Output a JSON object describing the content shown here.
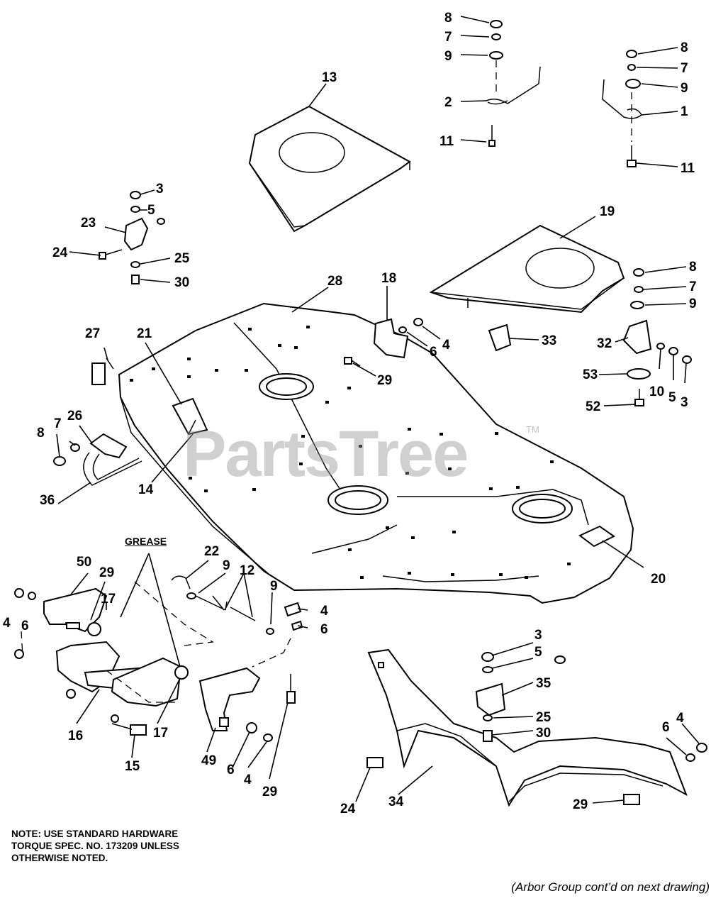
{
  "watermark": {
    "brand": "PartsTree",
    "trademark": "TM"
  },
  "grease_label": "GREASE",
  "note_lines": [
    "NOTE:  USE STANDARD HARDWARE",
    "TORQUE SPEC. NO. 173209 UNLESS",
    "OTHERWISE NOTED."
  ],
  "footer_note": "(Arbor Group cont’d on next drawing)",
  "callouts": {
    "top_center": [
      "8",
      "7",
      "9",
      "2",
      "11"
    ],
    "top_right": [
      "8",
      "7",
      "9",
      "1",
      "11"
    ],
    "shield_left": "13",
    "shield_right": "19",
    "bracket_left": [
      "3",
      "5",
      "23",
      "24",
      "25",
      "30"
    ],
    "deck_upper": [
      "28",
      "18",
      "4",
      "6",
      "33",
      "29",
      "27",
      "21"
    ],
    "right_bracket": [
      "8",
      "7",
      "9",
      "32",
      "53",
      "10",
      "5",
      "3",
      "52"
    ],
    "left_hitch": [
      "26",
      "7",
      "8",
      "36",
      "14"
    ],
    "deck_decal": "20",
    "lift_linkage": [
      "50",
      "29",
      "17",
      "22",
      "9",
      "12",
      "9",
      "4",
      "6",
      "4",
      "6",
      "16",
      "17",
      "15",
      "49",
      "6",
      "4",
      "29"
    ],
    "baffle": [
      "3",
      "5",
      "35",
      "25",
      "30",
      "6",
      "4",
      "24",
      "34",
      "29"
    ]
  }
}
